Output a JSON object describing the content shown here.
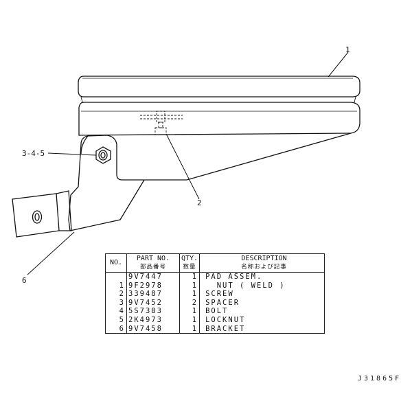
{
  "callouts": {
    "c1": "1",
    "c2": "2",
    "c345": "3-4-5",
    "c6": "6"
  },
  "table": {
    "headers": {
      "no": "NO.",
      "part_no": "PART NO.",
      "part_no_jp": "部品番号",
      "qty": "QTY.",
      "qty_jp": "数量",
      "description": "DESCRIPTION",
      "description_jp": "名称および記事"
    },
    "rows": [
      {
        "no": "",
        "part_no": "9V7447",
        "qty": "1",
        "description": "PAD ASSEM."
      },
      {
        "no": "1",
        "part_no": "9F2978",
        "qty": "1",
        "description": "  NUT ( WELD )"
      },
      {
        "no": "2",
        "part_no": "339487",
        "qty": "1",
        "description": "SCREW"
      },
      {
        "no": "3",
        "part_no": "9V7452",
        "qty": "2",
        "description": "SPACER"
      },
      {
        "no": "4",
        "part_no": "5S7383",
        "qty": "1",
        "description": "BOLT"
      },
      {
        "no": "5",
        "part_no": "2K4973",
        "qty": "1",
        "description": "LOCKNUT"
      },
      {
        "no": "6",
        "part_no": "9V7458",
        "qty": "1",
        "description": "BRACKET"
      }
    ]
  },
  "drawing_id": "J31865F"
}
